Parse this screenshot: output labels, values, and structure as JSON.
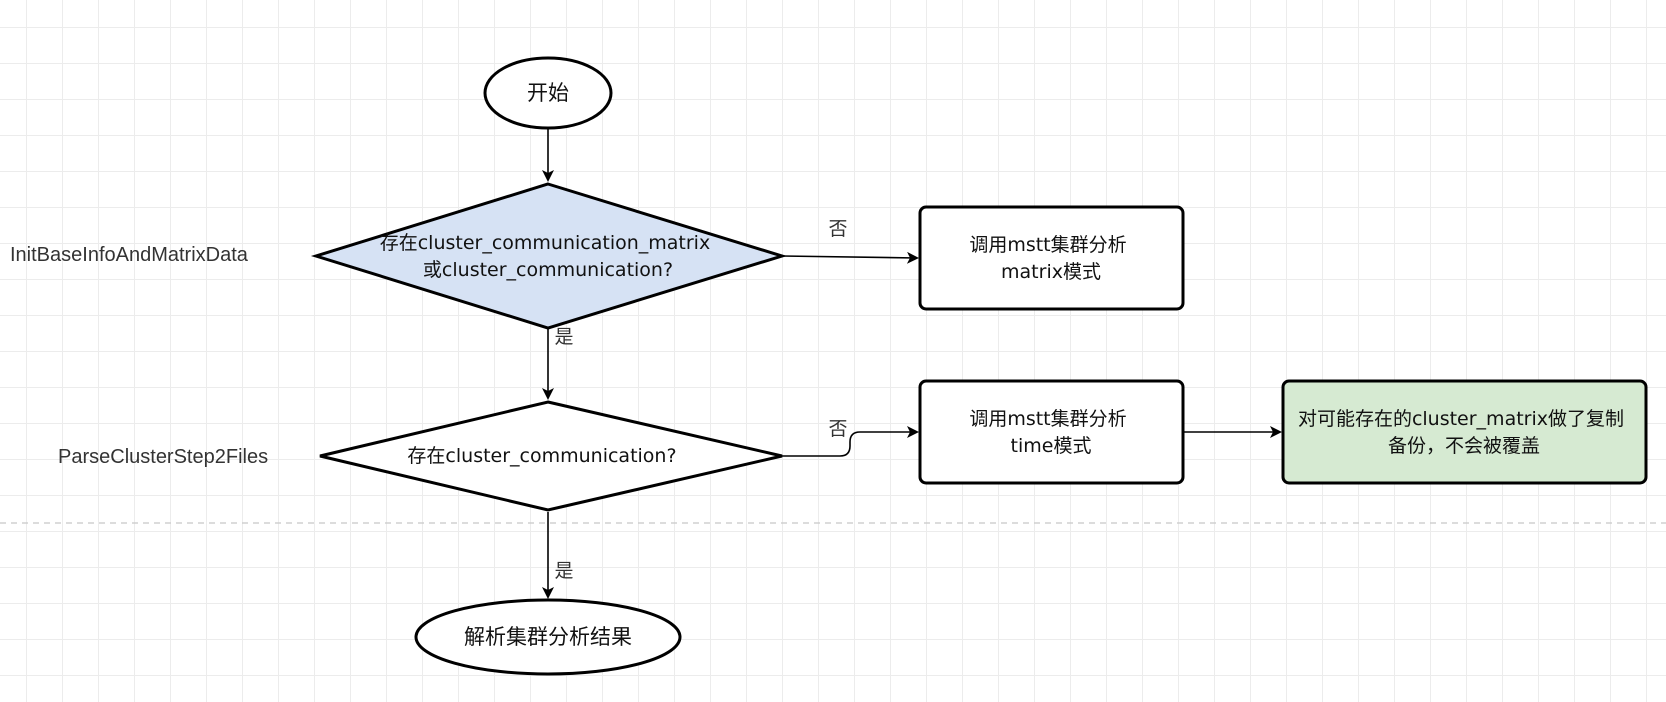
{
  "nodes": {
    "start": "开始",
    "decision_matrix": [
      "存在cluster_communication_matrix",
      "或cluster_communication?"
    ],
    "call_matrix_mode": [
      "调用mstt集群分析",
      "matrix模式"
    ],
    "decision_comm": "存在cluster_communication?",
    "call_time_mode": [
      "调用mstt集群分析",
      "time模式"
    ],
    "backup_note": [
      "对可能存在的cluster_matrix做了复制",
      "备份，不会被覆盖"
    ],
    "end": "解析集群分析结果"
  },
  "side_labels": {
    "step1": "InitBaseInfoAndMatrixData",
    "step2": "ParseClusterStep2Files"
  },
  "edge_labels": {
    "no_1": "否",
    "yes_1": "是",
    "no_2": "否",
    "yes_2": "是"
  },
  "colors": {
    "decision_fill": "#d6e2f4",
    "note_fill": "#d6ead2",
    "stroke": "#000000",
    "grid": "#ececec"
  }
}
